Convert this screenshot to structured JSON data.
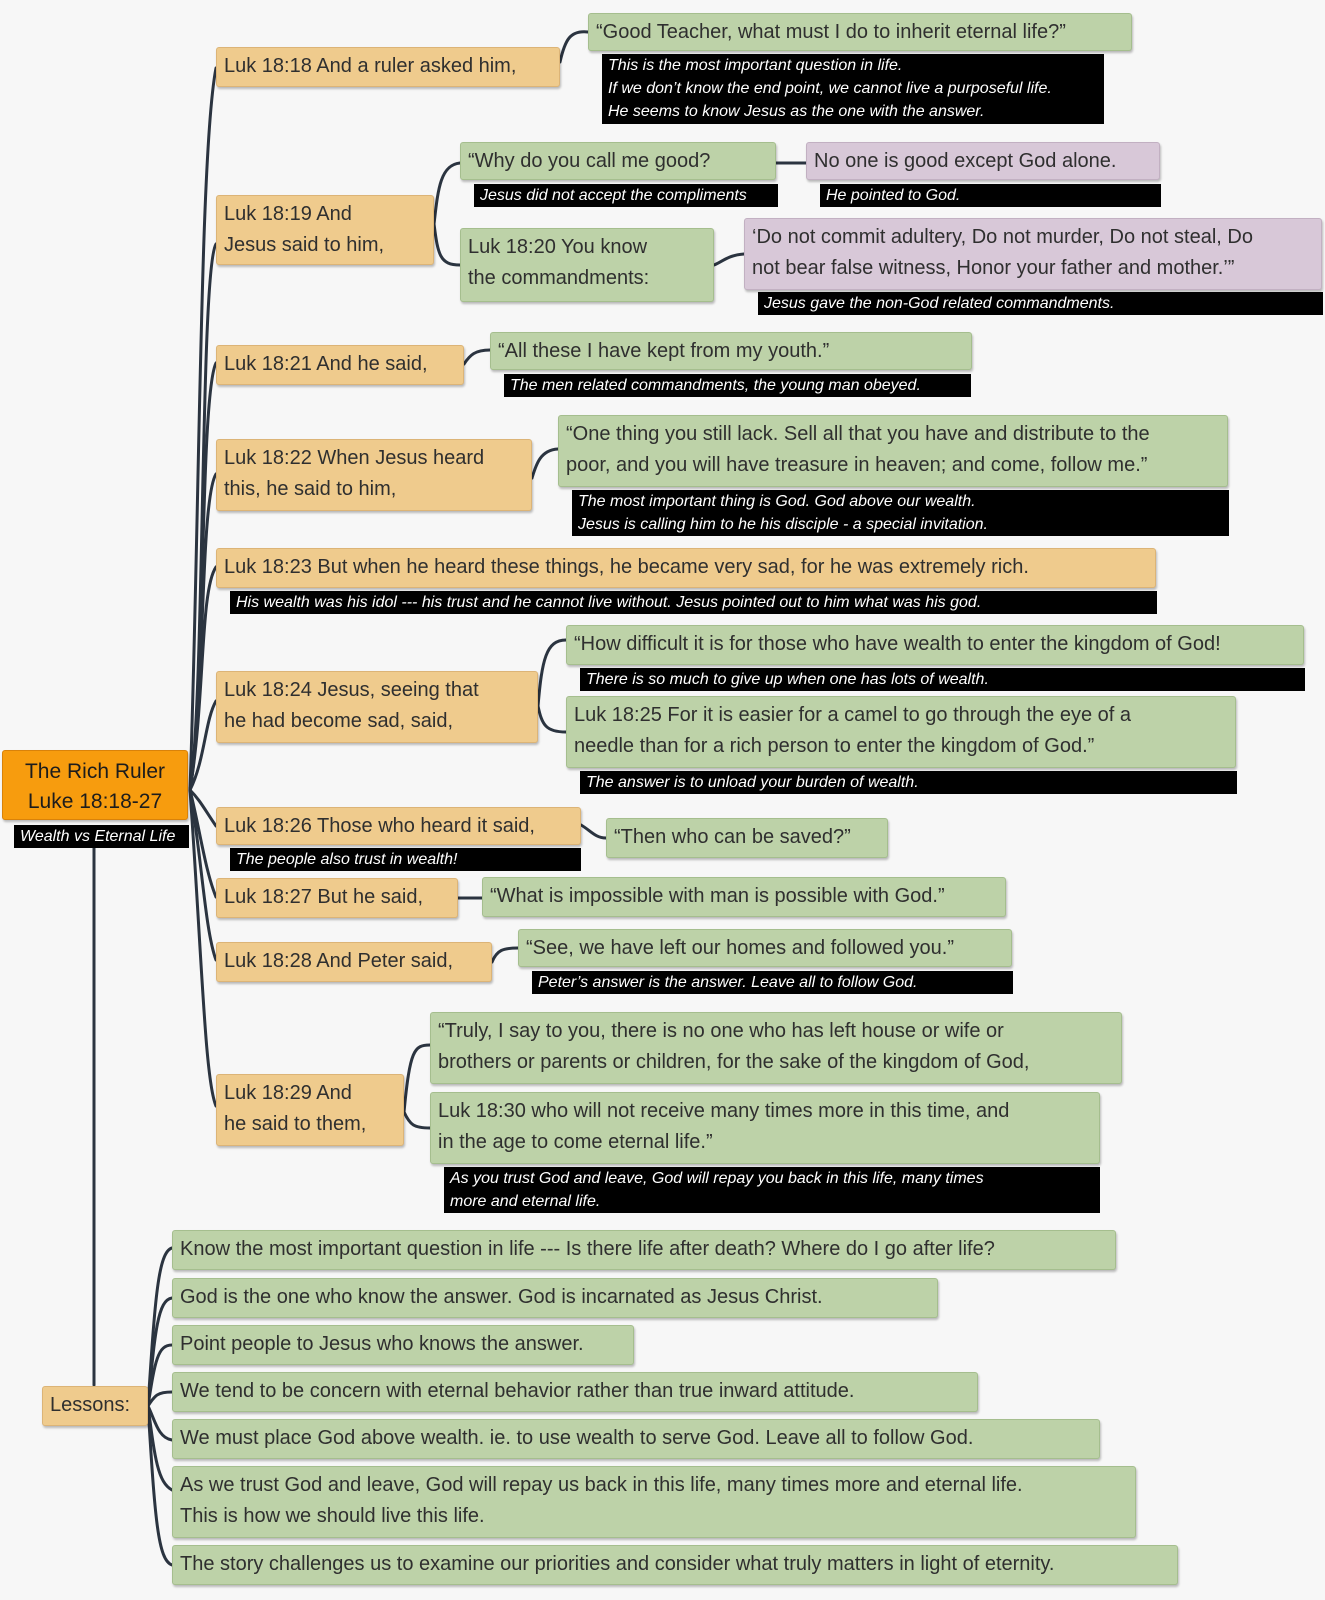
{
  "root": {
    "title": "The Rich Ruler",
    "subtitle": "Luke 18:18-27",
    "tagline": "Wealth vs Eternal Life"
  },
  "verses": {
    "v18": "Luk 18:18  And a ruler asked him,",
    "v19": [
      "Luk 18:19  And",
      "Jesus said to him,"
    ],
    "v21": "Luk 18:21  And he said,",
    "v22": [
      "Luk 18:22  When Jesus heard",
      "this, he said to him,"
    ],
    "v23": "Luk 18:23  But when he heard these things, he became very sad, for he was extremely rich.",
    "v24": [
      "Luk 18:24  Jesus, seeing that",
      "he had become sad, said,"
    ],
    "v26": "Luk 18:26  Those who heard it said,",
    "v27": "Luk 18:27  But he said,",
    "v28": "Luk 18:28  And Peter said,",
    "v29": [
      "Luk 18:29  And",
      "he said to them,"
    ]
  },
  "quotes": {
    "q18": "“Good Teacher, what must I do to inherit eternal life?”",
    "q19a": "“Why do you call me good?",
    "q19b": "No one is good except God alone.",
    "q20": [
      "Luk 18:20  You know",
      "the commandments:"
    ],
    "q20b": [
      "‘Do not commit adultery, Do not murder, Do not steal, Do",
      "not bear false witness, Honor your father and mother.’”"
    ],
    "q21": "“All these I have kept from my youth.”",
    "q22": [
      "“One thing you still lack. Sell all that you have and distribute to the",
      "poor, and you will have treasure in heaven; and come, follow me.”"
    ],
    "q24": "“How difficult it is for those who have wealth to enter the kingdom of God!",
    "q25": [
      "Luk 18:25  For it is easier for a camel to go through the eye of a",
      "needle than for a rich person to enter the kingdom of God.”"
    ],
    "q26": "“Then who can be saved?”",
    "q27": "“What is impossible with man is possible with God.”",
    "q28": "“See, we have left our homes and followed you.”",
    "q29": [
      "“Truly, I say to you, there is no one who has left house or wife or",
      "brothers or parents or children, for the sake of the kingdom of God,"
    ],
    "q30": [
      "Luk 18:30  who will not receive many times more in this time, and",
      "in the age to come eternal life.”"
    ]
  },
  "notes": {
    "n18": [
      "This is the most important question in life.",
      "If we don’t know the end point, we cannot live a purposeful life.",
      "He seems to know Jesus as the one with the answer."
    ],
    "n19a": "Jesus did not accept the compliments",
    "n19b": "He pointed to God.",
    "n20": "Jesus gave the non-God related commandments.",
    "n21": "The men related commandments, the young man obeyed.",
    "n22": [
      "The most important thing is God. God above our wealth.",
      "Jesus is calling him to he his disciple - a special invitation."
    ],
    "n23": "His wealth was his idol --- his trust and he cannot live without. Jesus pointed out to him what was his god.",
    "n24": "There is so much to give up when one has lots of wealth.",
    "n25": "The answer is to unload your burden of wealth.",
    "n26": "The people also trust in wealth!",
    "n28": "Peter’s answer is the answer. Leave all to follow God.",
    "n30": [
      "As you trust God and leave, God will repay you back in this life, many times",
      "more and eternal life."
    ]
  },
  "lessons": {
    "label": "Lessons:",
    "items": [
      "Know the most important question in life ---  Is there life after death? Where do I go after life?",
      "God is the one who know the answer. God is incarnated as Jesus Christ.",
      "Point people to Jesus who knows the answer.",
      "We tend to be concern with eternal behavior rather than true inward attitude.",
      "We must place God above wealth. ie. to use wealth to serve God. Leave all to follow God.",
      [
        "As we trust God and leave, God will repay us back in this life, many times more and eternal life.",
        "This is how we should live this life."
      ],
      "The story challenges us to examine our priorities and consider what truly matters in light of eternity."
    ]
  },
  "colors": {
    "root": "#f79c0e",
    "verse": "#efcb8d",
    "quote": "#bdd2a8",
    "pink": "#d8c8d8",
    "note": "#000000",
    "connector": "#2b3440",
    "background": "#f7f7f7"
  }
}
